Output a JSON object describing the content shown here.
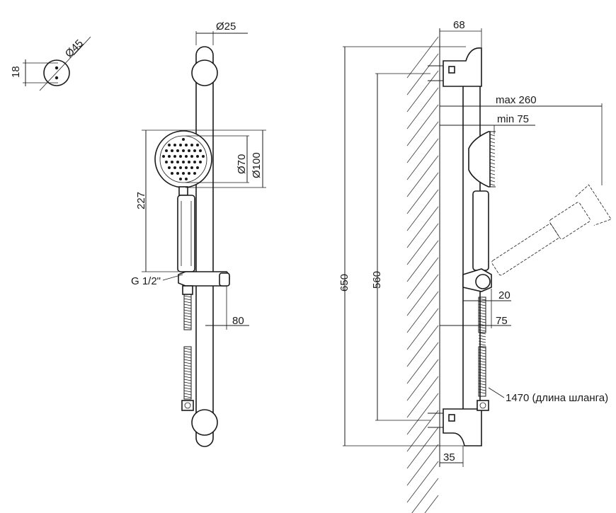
{
  "dimensions": {
    "pin_spacing": "18",
    "mount_diameter": "Ø45",
    "rail_diameter": "Ø25",
    "face_diameter": "Ø70",
    "head_diameter": "Ø100",
    "head_height": "227",
    "thread": "G 1/2\"",
    "holder_projection": "80",
    "total_height": "650",
    "rail_length": "560",
    "bracket_depth": "68",
    "max_reach": "max 260",
    "min_reach": "min 75",
    "holder_offset": "20",
    "holder_depth": "75",
    "bottom_depth": "35",
    "hose_length": "1470 (длина шланга)"
  }
}
